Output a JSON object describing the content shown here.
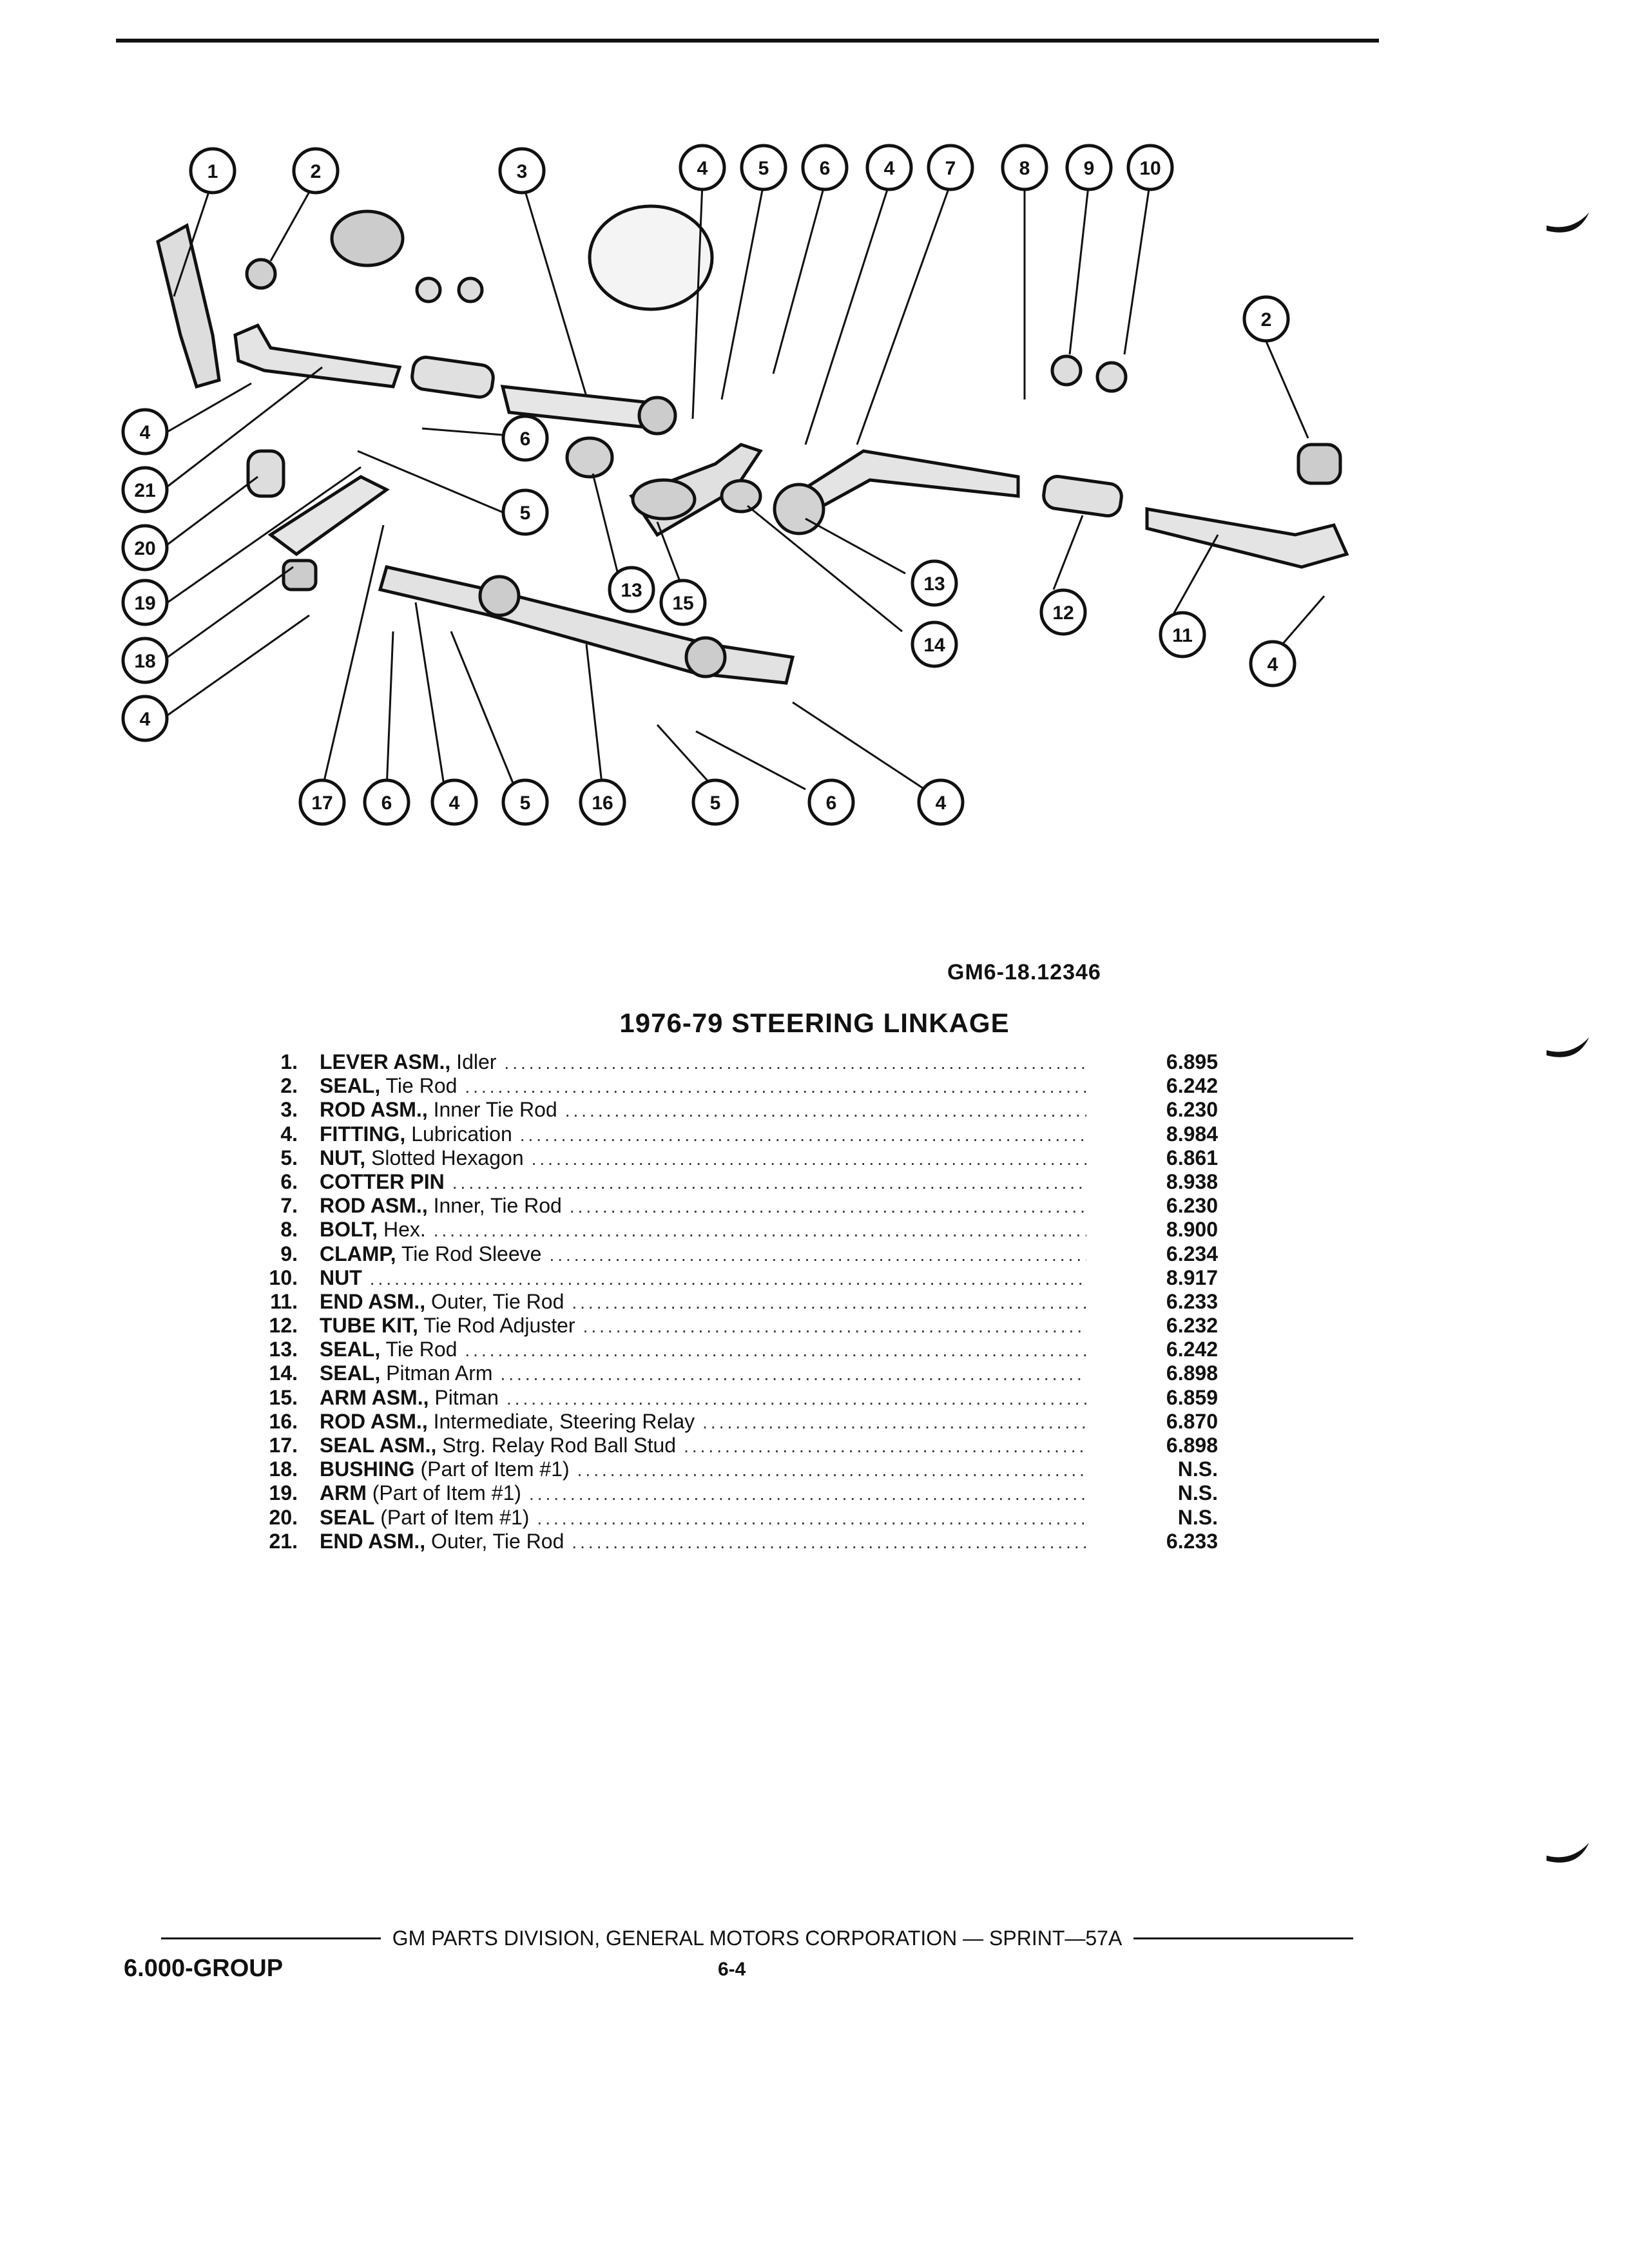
{
  "figure": {
    "figure_id": "GM6-18.12346",
    "callouts": [
      "1",
      "2",
      "3",
      "4",
      "5",
      "6",
      "7",
      "8",
      "9",
      "10",
      "11",
      "12",
      "13",
      "14",
      "15",
      "16",
      "17",
      "18",
      "19",
      "20",
      "21"
    ]
  },
  "list": {
    "title": "1976-79 STEERING LINKAGE",
    "items": [
      {
        "num": "1.",
        "name": "LEVER ASM.,",
        "detail": "Idler",
        "code": "6.895"
      },
      {
        "num": "2.",
        "name": "SEAL,",
        "detail": "Tie Rod",
        "code": "6.242"
      },
      {
        "num": "3.",
        "name": "ROD ASM.,",
        "detail": "Inner Tie Rod",
        "code": "6.230"
      },
      {
        "num": "4.",
        "name": "FITTING,",
        "detail": "Lubrication",
        "code": "8.984"
      },
      {
        "num": "5.",
        "name": "NUT,",
        "detail": "Slotted Hexagon",
        "code": "6.861"
      },
      {
        "num": "6.",
        "name": "COTTER PIN",
        "detail": "",
        "code": "8.938"
      },
      {
        "num": "7.",
        "name": "ROD ASM.,",
        "detail": "Inner, Tie Rod",
        "code": "6.230"
      },
      {
        "num": "8.",
        "name": "BOLT,",
        "detail": "Hex.",
        "code": "8.900"
      },
      {
        "num": "9.",
        "name": "CLAMP,",
        "detail": "Tie Rod Sleeve",
        "code": "6.234"
      },
      {
        "num": "10.",
        "name": "NUT",
        "detail": "",
        "code": "8.917"
      },
      {
        "num": "11.",
        "name": "END ASM.,",
        "detail": "Outer, Tie Rod",
        "code": "6.233"
      },
      {
        "num": "12.",
        "name": "TUBE KIT,",
        "detail": "Tie Rod Adjuster",
        "code": "6.232"
      },
      {
        "num": "13.",
        "name": "SEAL,",
        "detail": "Tie Rod",
        "code": "6.242"
      },
      {
        "num": "14.",
        "name": "SEAL,",
        "detail": "Pitman Arm",
        "code": "6.898"
      },
      {
        "num": "15.",
        "name": "ARM ASM.,",
        "detail": "Pitman",
        "code": "6.859"
      },
      {
        "num": "16.",
        "name": "ROD ASM.,",
        "detail": "Intermediate, Steering Relay",
        "code": "6.870"
      },
      {
        "num": "17.",
        "name": "SEAL ASM.,",
        "detail": "Strg. Relay Rod Ball Stud",
        "code": "6.898"
      },
      {
        "num": "18.",
        "name": "BUSHING",
        "detail": "(Part of Item #1)",
        "code": "N.S."
      },
      {
        "num": "19.",
        "name": "ARM",
        "detail": "(Part of Item #1)",
        "code": "N.S."
      },
      {
        "num": "20.",
        "name": "SEAL",
        "detail": "(Part of Item #1)",
        "code": "N.S."
      },
      {
        "num": "21.",
        "name": "END ASM.,",
        "detail": "Outer, Tie Rod",
        "code": "6.233"
      }
    ]
  },
  "footer": {
    "publisher": "GM PARTS DIVISION, GENERAL MOTORS CORPORATION — SPRINT—57A",
    "group": "6.000-GROUP",
    "page": "6-4"
  }
}
